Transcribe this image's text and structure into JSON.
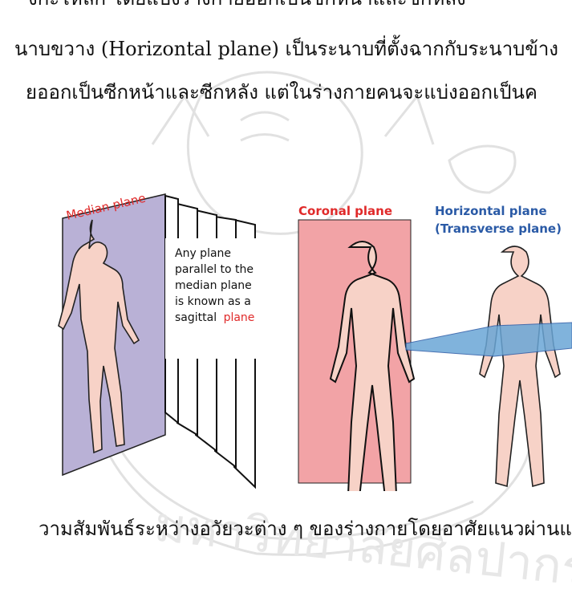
{
  "text_lines": [
    "งกะโหลก โดยแบ่งร่างกายออกเป็นซีกหน้าและซีกหลัง",
    "นาบขวาง (Horizontal plane) เป็นระนาบที่ตั้งฉากกับระนาบข้าง",
    "ยออกเป็นซีกหน้าและซีกหลัง แต่ในร่างกายคนจะแบ่งออกเป็นค",
    "วามสัมพันธ์ระหว่างอวัยวะต่าง ๆ ของร่างกายโดยอาศัยแนวผ่านแ"
  ],
  "figure": {
    "median_label": "Median plane",
    "sagittal_note": [
      "Any plane",
      "parallel to the",
      "median plane",
      "is known as a"
    ],
    "sagittal_last": "sagittal",
    "sagittal_last_red": "plane",
    "coronal_label": "Coronal plane",
    "horizontal_label": "Horizontal plane",
    "transverse_label": "(Transverse plane)",
    "colors": {
      "median_plane": "#b9b1d6",
      "coronal_plane": "#f2a3a6",
      "horizontal_plane": "#6aa6d6",
      "red_label": "#e02a2a",
      "blue_label": "#2a5aa6",
      "body": "#f7d2c7"
    }
  },
  "watermark": {
    "university": "มหาวิทยาลัยศิลปากร"
  }
}
